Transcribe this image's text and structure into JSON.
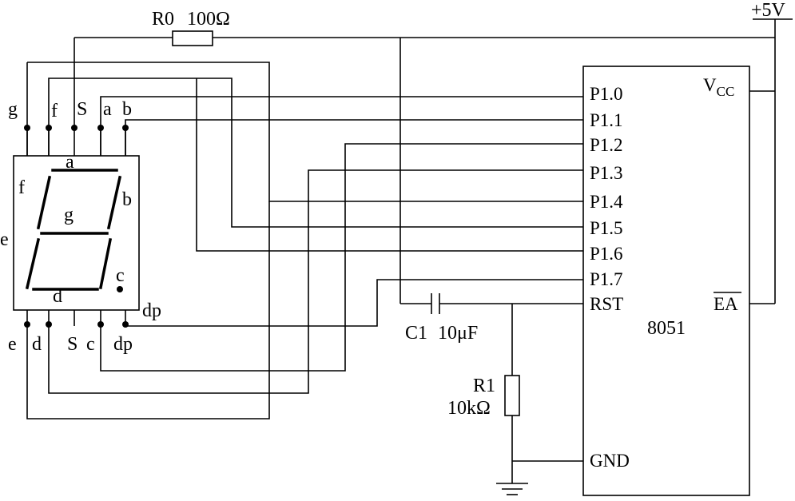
{
  "supply": {
    "label": "+5V"
  },
  "resistor_r0": {
    "name": "R0",
    "value": "100Ω"
  },
  "capacitor_c1": {
    "name": "C1",
    "value": "10μF"
  },
  "resistor_r1": {
    "name": "R1",
    "value": "10kΩ"
  },
  "mcu": {
    "name": "8051",
    "left_pins": [
      "P1.0",
      "P1.1",
      "P1.2",
      "P1.3",
      "P1.4",
      "P1.5",
      "P1.6",
      "P1.7",
      "RST",
      "GND"
    ],
    "vcc": {
      "main": "V",
      "sub": "CC"
    },
    "ea": "EA"
  },
  "display": {
    "top_pins": [
      "g",
      "f",
      "S",
      "a",
      "b"
    ],
    "bottom_pins": [
      "e",
      "d",
      "S",
      "c",
      "dp"
    ],
    "segments": {
      "a": "a",
      "b": "b",
      "c": "c",
      "d": "d",
      "e": "e",
      "f": "f",
      "g": "g",
      "dp": "dp"
    }
  }
}
